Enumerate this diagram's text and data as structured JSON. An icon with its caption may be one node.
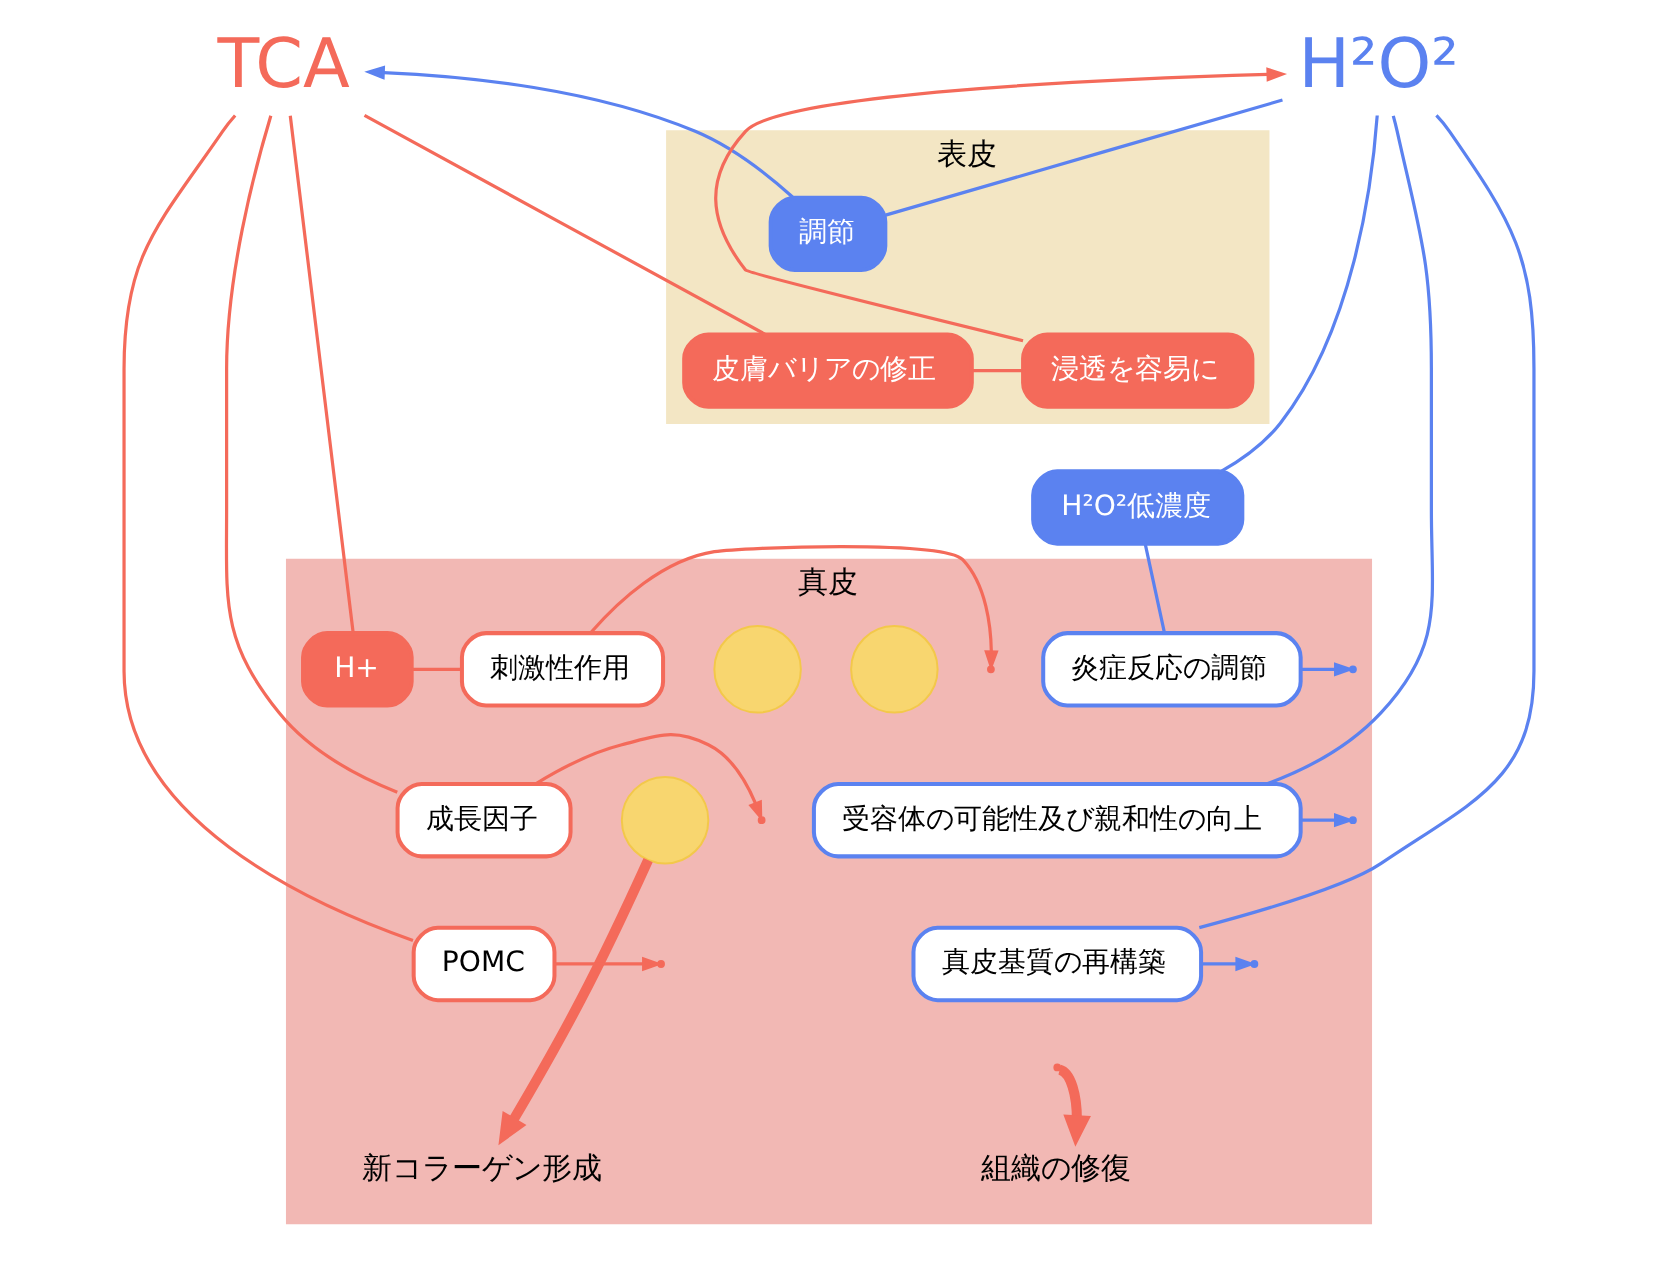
{
  "diagram": {
    "nodes": [
      {
        "text": [
          "TCA"
        ]
      },
      {
        "text": [
          "H²O²"
        ]
      },
      {
        "text": [
          "表皮"
        ]
      },
      {
        "text": [
          "調節"
        ],
        "in": 2
      },
      {
        "text": [
          "皮膚バリアの修正"
        ],
        "in": 2
      },
      {
        "text": [
          "浸透を容易に"
        ],
        "in": 2
      },
      {
        "text": [
          "H²O²低濃度"
        ]
      },
      {
        "text": [
          "真皮"
        ]
      },
      {
        "text": [
          "H+"
        ],
        "in": 7
      },
      {
        "text": [
          "刺激性作用"
        ],
        "in": 7
      },
      {
        "text": [
          "成長因子"
        ],
        "in": 7
      },
      {
        "text": [
          "POMC"
        ],
        "in": 7
      },
      {
        "text": [],
        "shape": "circle",
        "in": 7
      },
      {
        "text": [],
        "shape": "circle",
        "in": 7
      },
      {
        "text": [],
        "shape": "circle",
        "in": 7
      },
      {
        "text": [
          "炎症反応の調節"
        ],
        "in": 7
      },
      {
        "text": [
          "受容体の可能性及び親和性の向上"
        ],
        "in": 7
      },
      {
        "text": [
          "真皮基質の再構築"
        ],
        "in": 7
      },
      {
        "text": [
          "新コラーゲン形成"
        ],
        "in": 7
      },
      {
        "text": [
          "組織の修復"
        ],
        "in": 7
      }
    ],
    "edges": [
      {
        "from": 1,
        "to": 3,
        "arrow": "none",
        "color": "#5b82f0"
      },
      {
        "from": 3,
        "to": 0,
        "arrow": "to",
        "color": "#5b82f0"
      },
      {
        "from": 0,
        "to": 4,
        "arrow": "none"
      },
      {
        "from": 4,
        "to": 5,
        "arrow": "none"
      },
      {
        "from": 5,
        "to": 1,
        "arrow": "to"
      },
      {
        "from": 1,
        "to": 6,
        "arrow": "none",
        "color": "#5b82f0"
      },
      {
        "from": 6,
        "to": 15,
        "arrow": "none",
        "color": "#5b82f0"
      },
      {
        "from": 1,
        "to": 16,
        "arrow": "none",
        "color": "#5b82f0"
      },
      {
        "from": 1,
        "to": 17,
        "arrow": "none",
        "color": "#5b82f0"
      },
      {
        "from": 0,
        "to": 8,
        "arrow": "none"
      },
      {
        "from": 8,
        "to": 9,
        "arrow": "none"
      },
      {
        "from": 0,
        "to": 10,
        "arrow": "none"
      },
      {
        "from": 0,
        "to": 11,
        "arrow": "none"
      },
      {
        "from": 9,
        "to": null,
        "arrow": "to"
      },
      {
        "from": 10,
        "to": null,
        "arrow": "to"
      },
      {
        "from": 11,
        "to": null,
        "arrow": "to"
      },
      {
        "from": 15,
        "to": null,
        "arrow": "to",
        "color": "#5b82f0"
      },
      {
        "from": 16,
        "to": null,
        "arrow": "to",
        "color": "#5b82f0"
      },
      {
        "from": 17,
        "to": null,
        "arrow": "to",
        "color": "#5b82f0"
      },
      {
        "from": 14,
        "to": 18,
        "arrow": "to",
        "style": "thick"
      },
      {
        "from": null,
        "to": 19,
        "arrow": "to",
        "style": "thick"
      }
    ]
  }
}
